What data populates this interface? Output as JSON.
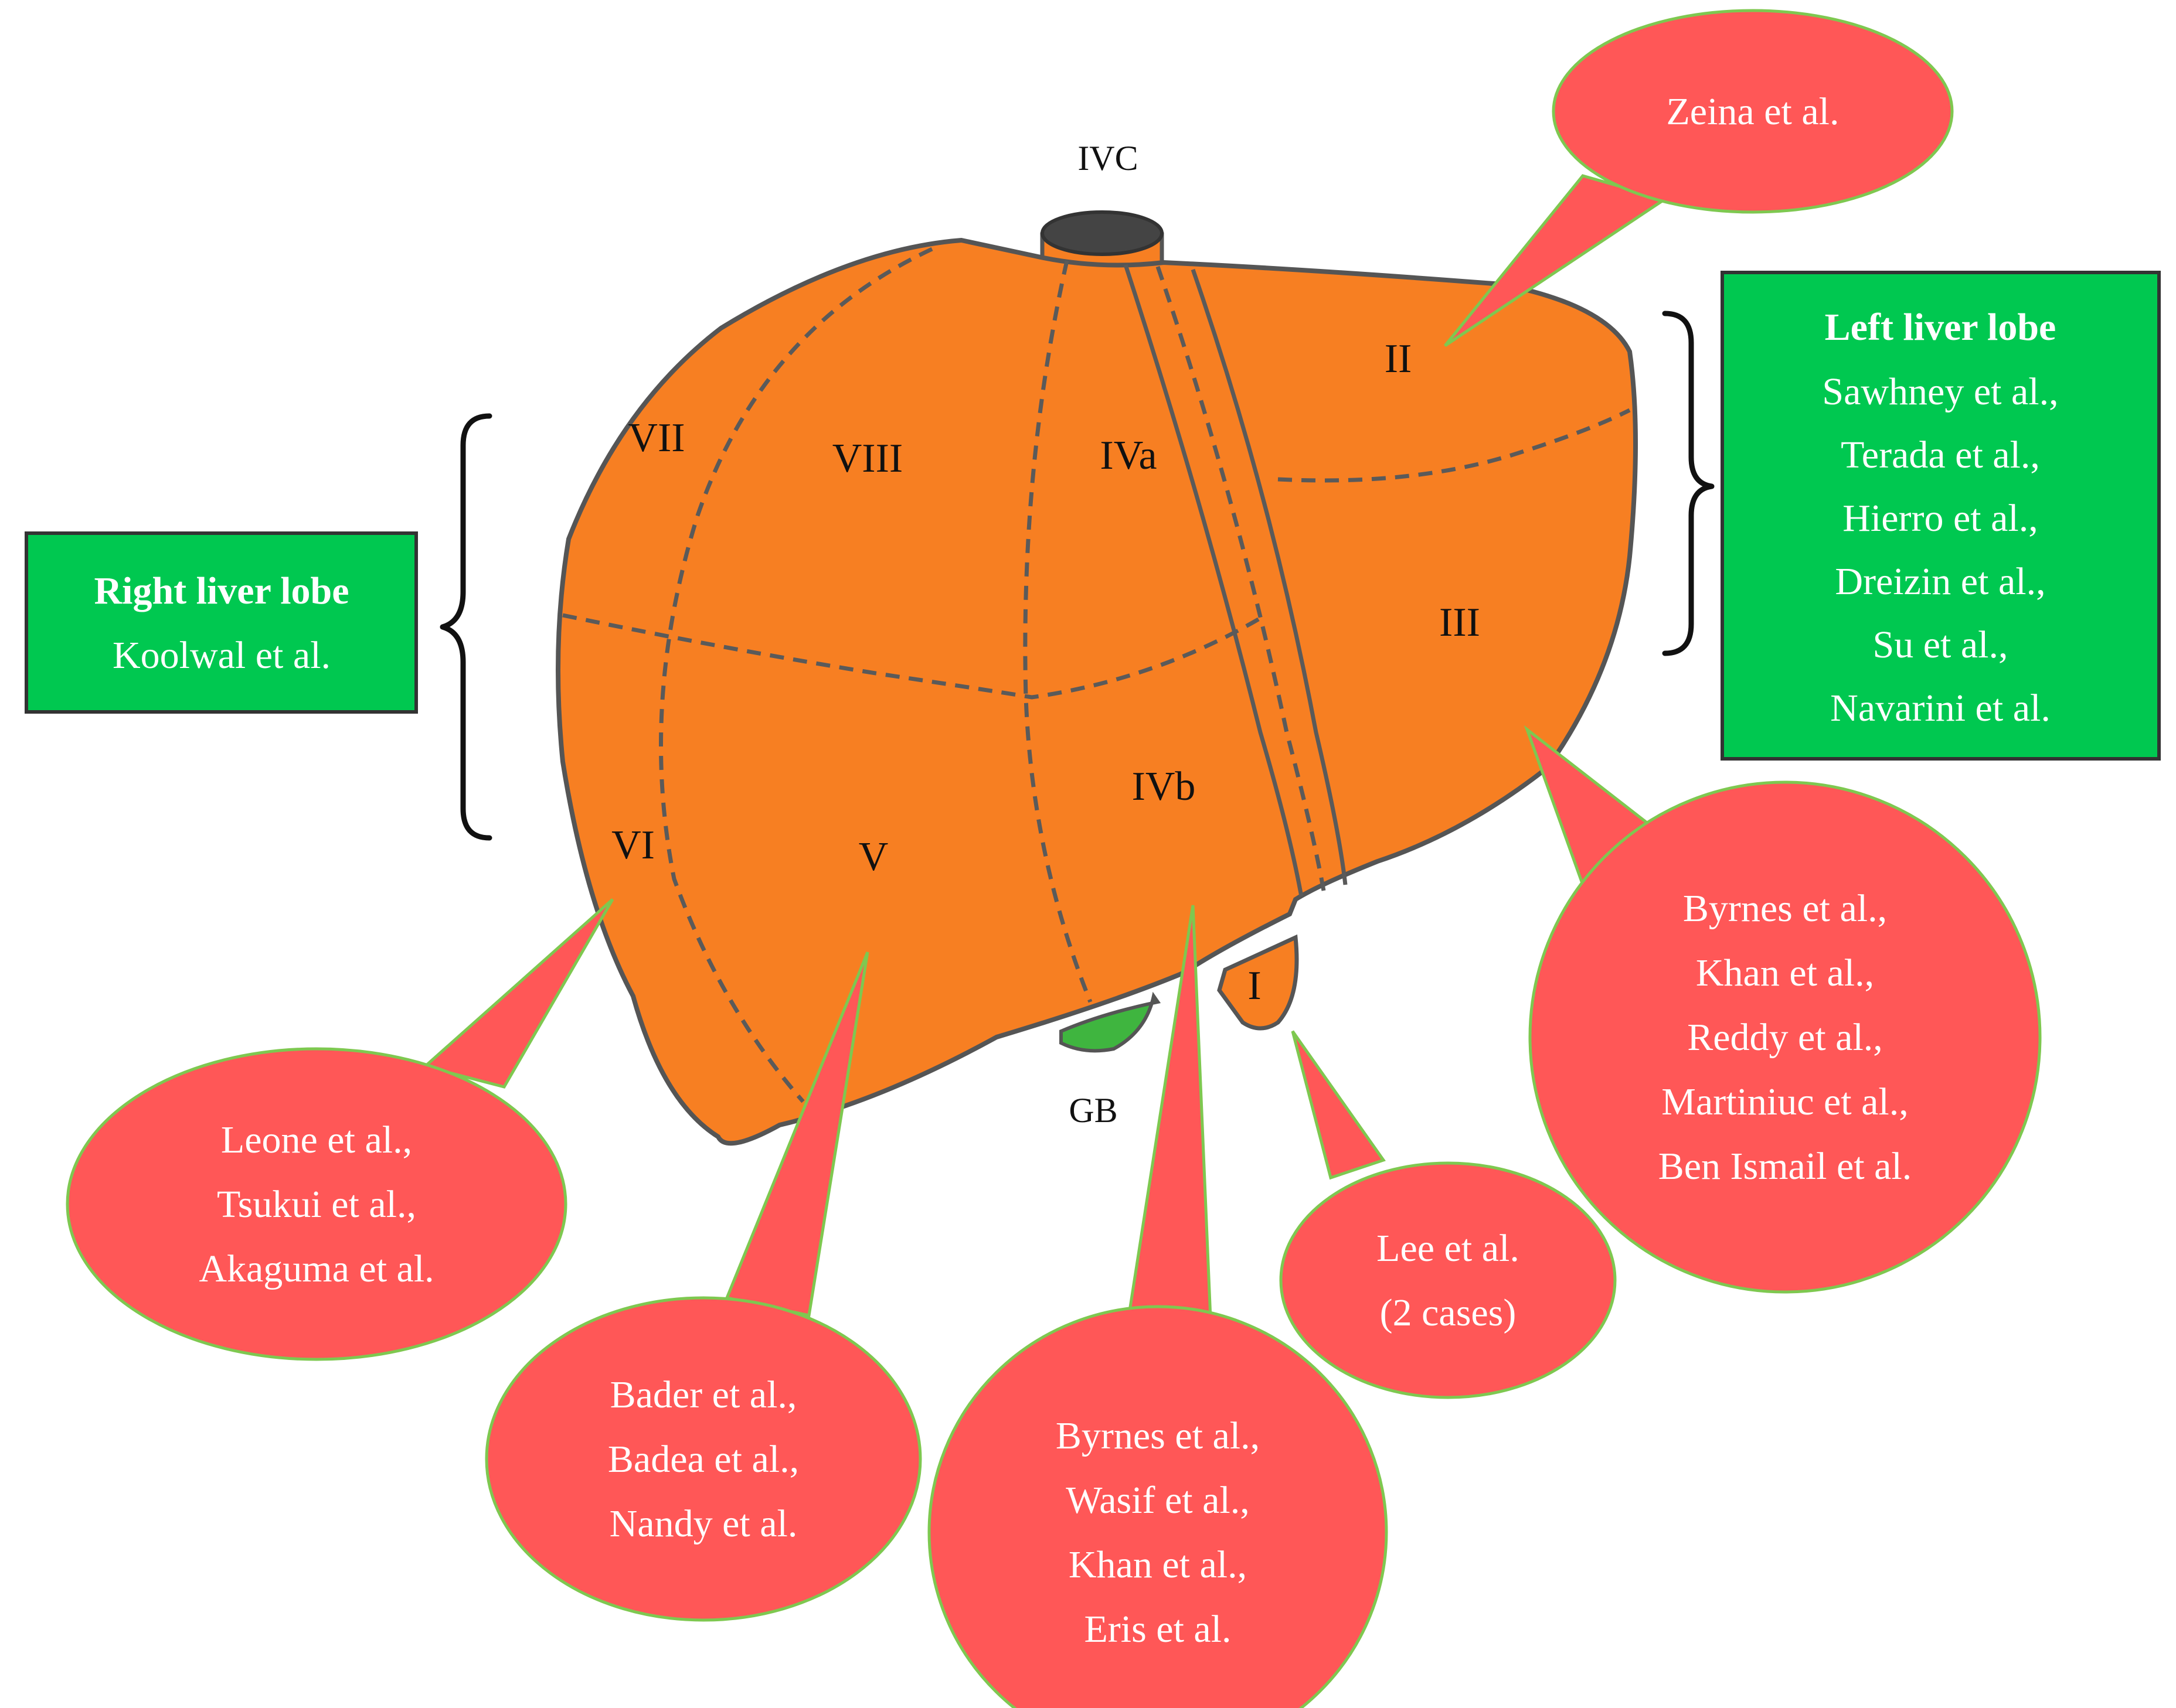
{
  "colors": {
    "liver": "#f77f22",
    "liver_outline": "#555555",
    "gallbladder": "#3fb53f",
    "ivc": "#444444",
    "bubble_fill": "#ff5757",
    "bubble_outline": "#7ec850",
    "lobe_box_fill": "#00c850",
    "lobe_box_outline": "#333333"
  },
  "anatomy": {
    "ivc": "IVC",
    "gb": "GB"
  },
  "segments": {
    "s1": "I",
    "s2": "II",
    "s3": "III",
    "s4a": "IVa",
    "s4b": "IVb",
    "s5": "V",
    "s6": "VI",
    "s7": "VII",
    "s8": "VIII"
  },
  "lobes": {
    "right": {
      "title": "Right liver lobe",
      "refs": [
        "Koolwal et al."
      ]
    },
    "left": {
      "title": "Left liver lobe",
      "refs": [
        "Sawhney et al.,",
        "Terada et al.,",
        "Hierro et al.,",
        "Dreizin et al.,",
        "Su et al.,",
        "Navarini et al."
      ]
    }
  },
  "callouts": {
    "segment_2": [
      "Zeina et al."
    ],
    "segment_3": [
      "Byrnes et al.,",
      "Khan et al.,",
      "Reddy et al.,",
      "Martiniuc et al.,",
      "Ben Ismail et al."
    ],
    "segment_6": [
      "Leone et al.,",
      "Tsukui et al.,",
      "Akaguma et al."
    ],
    "segment_5": [
      "Bader et al.,",
      "Badea et al.,",
      "Nandy et al."
    ],
    "segment_4b": [
      "Byrnes et al.,",
      "Wasif et al.,",
      "Khan et al.,",
      "Eris et al."
    ],
    "segment_1": [
      "Lee et al.",
      "(2 cases)"
    ]
  }
}
